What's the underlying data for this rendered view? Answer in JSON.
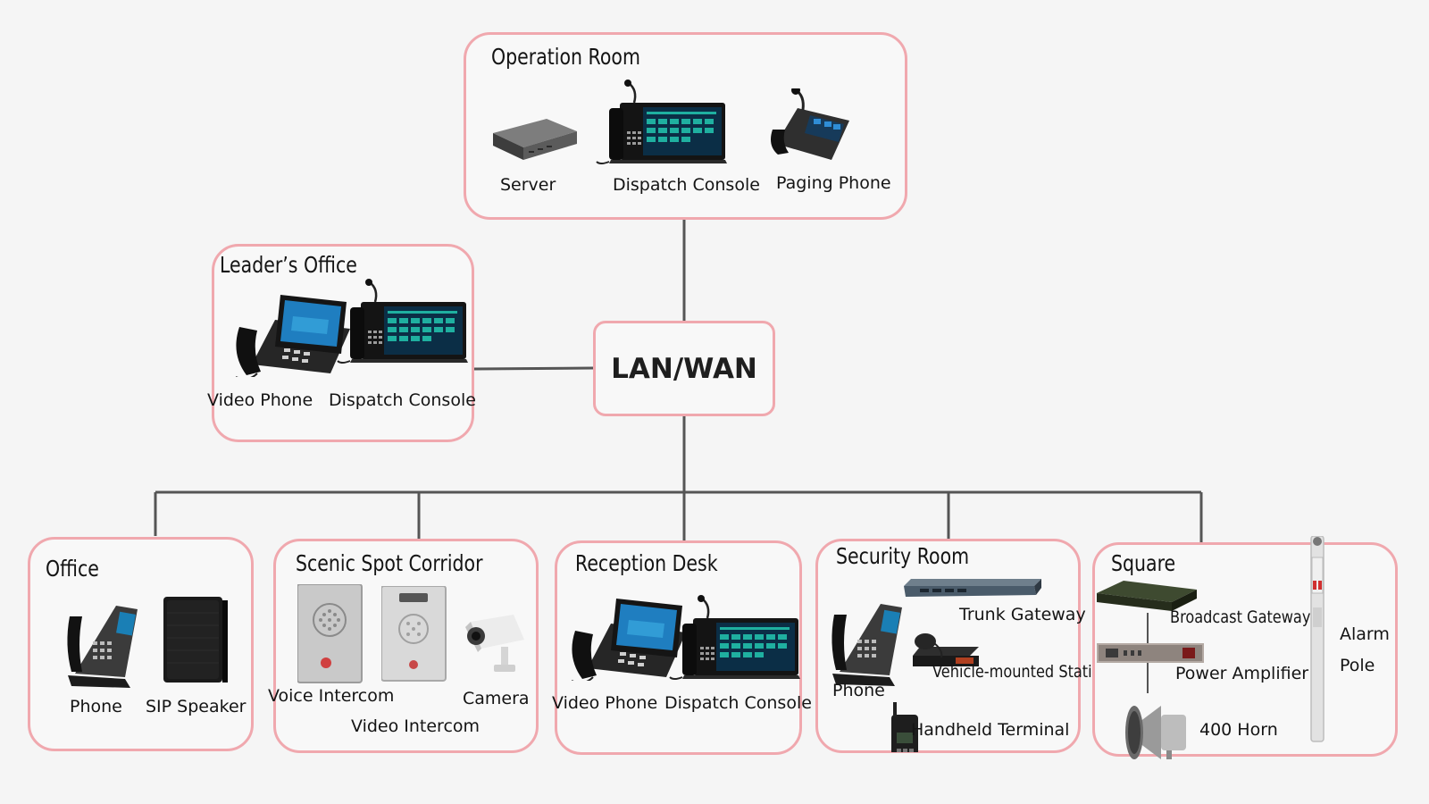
{
  "hub": {
    "label": "LAN/WAN"
  },
  "zones": {
    "operation_room": {
      "title": "Operation Room",
      "devices": [
        "Server",
        "Dispatch Console",
        "Paging Phone"
      ]
    },
    "leaders_office": {
      "title": "Leader’s Office",
      "devices": [
        "Video Phone",
        "Dispatch Console"
      ]
    },
    "office": {
      "title": "Office",
      "devices": [
        "Phone",
        "SIP Speaker"
      ]
    },
    "scenic_spot_corridor": {
      "title": "Scenic Spot Corridor",
      "devices": [
        "Voice Intercom",
        "Camera",
        "Video Intercom"
      ]
    },
    "reception_desk": {
      "title": "Reception Desk",
      "devices": [
        "Video Phone",
        "Dispatch Console"
      ]
    },
    "security_room": {
      "title": "Security Room",
      "devices": [
        "Trunk Gateway",
        "Phone",
        "Vehicle-mounted Station",
        "Handheld Terminal"
      ]
    },
    "square": {
      "title": "Square",
      "devices": [
        "Broadcast Gateway",
        "Power Amplifier",
        "400 Horn",
        "Alarm",
        "Pole"
      ]
    }
  },
  "colors": {
    "box_border": "#f0a8ae",
    "line": "#555555",
    "screen": "#0f6aa0"
  }
}
